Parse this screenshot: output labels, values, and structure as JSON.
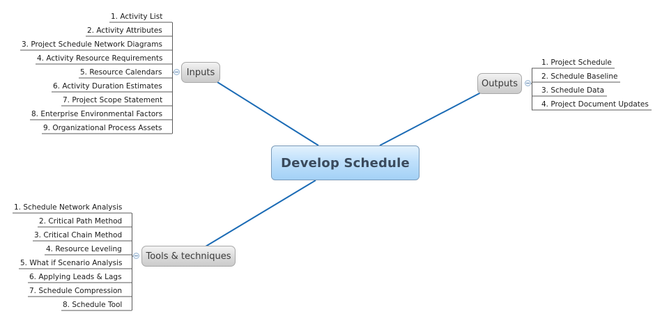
{
  "central": {
    "label": "Develop Schedule"
  },
  "colors": {
    "connector": "#1b6bb5",
    "leaf_line": "#5a5a5a"
  },
  "inputs": {
    "label": "Inputs",
    "items": [
      "1. Activity List",
      "2. Activity Attributes",
      "3. Project Schedule Network Diagrams",
      "4. Activity Resource Requirements",
      "5. Resource Calendars",
      "6. Activity Duration Estimates",
      "7. Project Scope Statement",
      "8. Enterprise Environmental Factors",
      "9. Organizational Process Assets"
    ]
  },
  "outputs": {
    "label": "Outputs",
    "items": [
      "1. Project Schedule",
      "2. Schedule Baseline",
      "3. Schedule Data",
      "4. Project Document Updates"
    ]
  },
  "tools": {
    "label": "Tools & techniques",
    "items": [
      "1. Schedule Network Analysis",
      "2. Critical Path Method",
      "3. Critical Chain Method",
      "4. Resource Leveling",
      "5. What if Scenario Analysis",
      "6. Applying Leads & Lags",
      "7. Schedule Compression",
      "8. Schedule Tool"
    ]
  }
}
